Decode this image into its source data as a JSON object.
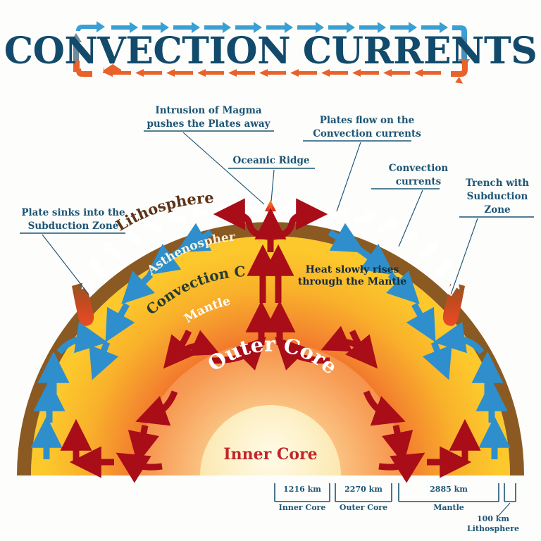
{
  "title": {
    "text": "CONVECTION CURRENTS",
    "color": "#124a6b",
    "border": {
      "top_arrow_color": "#3aa0d4",
      "bottom_arrow_color": "#e8622a",
      "left_arrow_color": "#6f8a99",
      "right_arrow_color": "#6f8a99",
      "top_arrow_count": 13,
      "bottom_arrow_count": 13,
      "top_arrow_direction": "right",
      "bottom_arrow_direction": "left",
      "left_arrow_direction": "up",
      "right_arrow_direction": "down"
    }
  },
  "callouts": [
    {
      "id": "intrusion",
      "lines": [
        "Intrusion of Magma",
        "pushes the Plates away"
      ]
    },
    {
      "id": "oceanic-ridge",
      "lines": [
        "Oceanic Ridge"
      ]
    },
    {
      "id": "plates-flow",
      "lines": [
        "Plates flow on the",
        "Convection currents"
      ]
    },
    {
      "id": "convection-currents",
      "lines": [
        "Convection",
        "currents"
      ]
    },
    {
      "id": "trench",
      "lines": [
        "Trench with",
        "Subduction",
        "Zone"
      ]
    },
    {
      "id": "plate-sinks",
      "lines": [
        "Plate sinks into the",
        "Subduction Zone"
      ]
    }
  ],
  "interior_labels": {
    "lithosphere": {
      "text": "Lithosphere",
      "color": "#5c3317"
    },
    "asthenosphere": {
      "text": "Asthenosphere",
      "color": "#fdf3d8"
    },
    "convection_cell": {
      "text": "Convection Cell",
      "color": "#243b2d"
    },
    "mantle": {
      "text": "Mantle",
      "color": "#ffffff"
    },
    "outer_core": {
      "text": "Outer Core",
      "color": "#ffffff"
    },
    "inner_core": {
      "text": "Inner Core",
      "color": "#c0262a"
    },
    "heat_note": {
      "lines": [
        "Heat slowly rises",
        "through the Mantle"
      ],
      "color": "#17293c"
    }
  },
  "scale_bar": {
    "segments": [
      {
        "value": "1216 km",
        "label": "Inner Core"
      },
      {
        "value": "2270 km",
        "label": "Outer Core"
      },
      {
        "value": "2885 km",
        "label": "Mantle"
      }
    ],
    "lithosphere": {
      "value": "100 km",
      "label": "Lithosphere"
    }
  },
  "colors": {
    "crust_brown": "#8a5a22",
    "mantle_yellow": "#fbc52c",
    "mantle_orange": "#f0803a",
    "hot_red": "#ea3c24",
    "outer_core": "#f9a85c",
    "inner_core": "#fdf0c4",
    "blue_arrow": "#2e8fcc",
    "red_arrow": "#a80d18",
    "white_arrow": "#ffffff",
    "navy_text": "#1d5575"
  }
}
